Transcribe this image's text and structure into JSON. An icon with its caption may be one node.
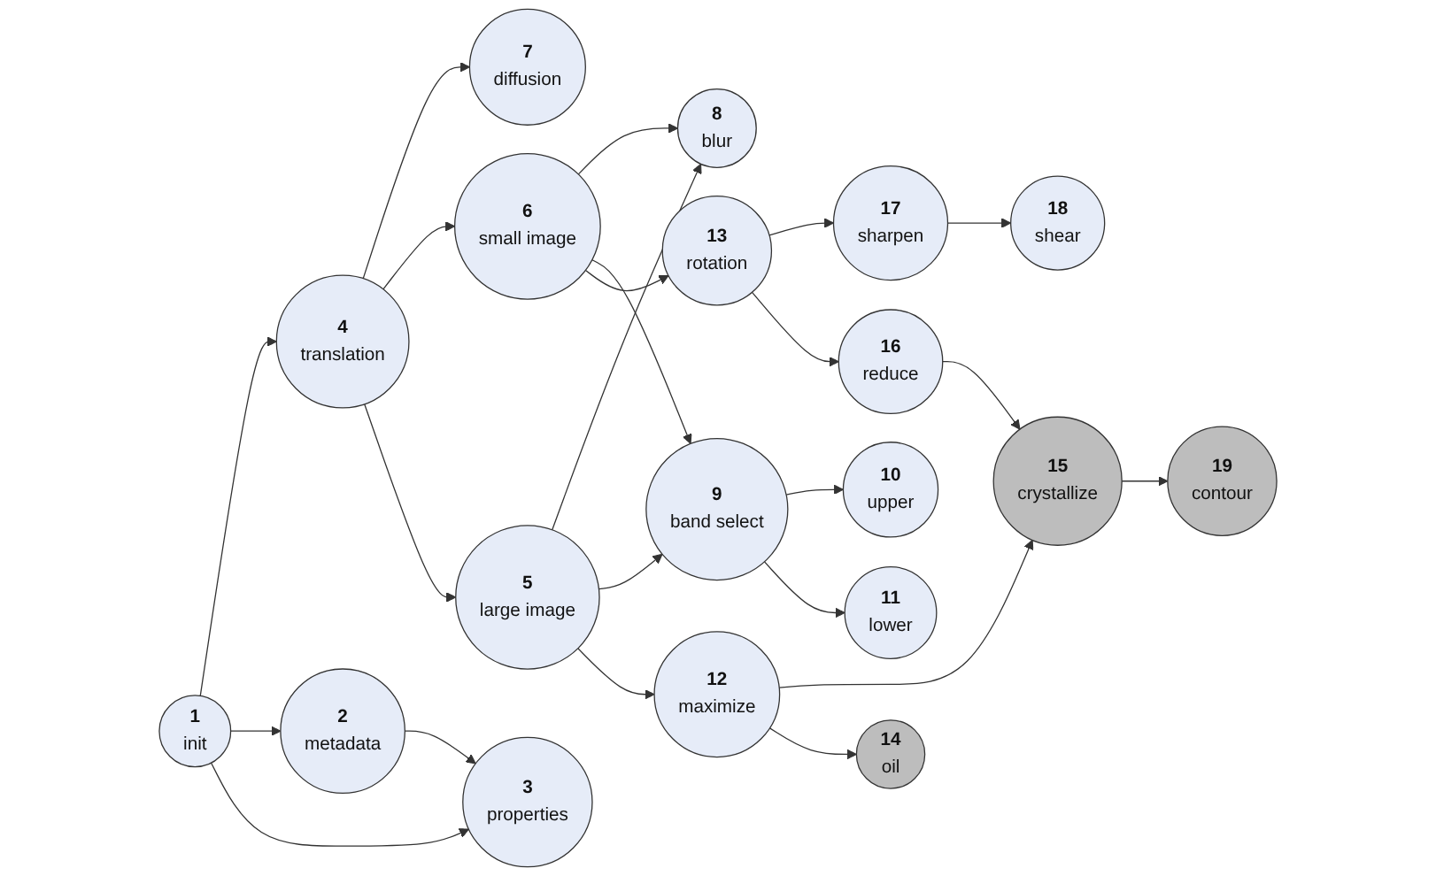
{
  "diagram": {
    "nodes": [
      {
        "text": [
          "1",
          "init"
        ]
      },
      {
        "text": [
          "2",
          "metadata"
        ]
      },
      {
        "text": [
          "3",
          "properties"
        ]
      },
      {
        "text": [
          "4",
          "translation"
        ]
      },
      {
        "text": [
          "5",
          "large image"
        ]
      },
      {
        "text": [
          "6",
          "small image"
        ]
      },
      {
        "text": [
          "7",
          "diffusion"
        ]
      },
      {
        "text": [
          "8",
          "blur"
        ]
      },
      {
        "text": [
          "9",
          "band select"
        ]
      },
      {
        "text": [
          "10",
          "upper"
        ]
      },
      {
        "text": [
          "11",
          "lower"
        ]
      },
      {
        "text": [
          "12",
          "maximize"
        ]
      },
      {
        "text": [
          "13",
          "rotation"
        ]
      },
      {
        "text": [
          "14",
          "oil"
        ]
      },
      {
        "text": [
          "15",
          "crystallize"
        ]
      },
      {
        "text": [
          "16",
          "reduce"
        ]
      },
      {
        "text": [
          "17",
          "sharpen"
        ]
      },
      {
        "text": [
          "18",
          "shear"
        ]
      },
      {
        "text": [
          "19",
          "contour"
        ]
      }
    ],
    "edges": [
      {
        "from": 0,
        "to": 3,
        "arrow": "to"
      },
      {
        "from": 0,
        "to": 1,
        "arrow": "to"
      },
      {
        "from": 0,
        "to": 2,
        "arrow": "to"
      },
      {
        "from": 1,
        "to": 2,
        "arrow": "to"
      },
      {
        "from": 3,
        "to": 6,
        "arrow": "to"
      },
      {
        "from": 3,
        "to": 5,
        "arrow": "to"
      },
      {
        "from": 3,
        "to": 4,
        "arrow": "to"
      },
      {
        "from": 5,
        "to": 7,
        "arrow": "to"
      },
      {
        "from": 5,
        "to": 8,
        "arrow": "to"
      },
      {
        "from": 5,
        "to": 12,
        "arrow": "to"
      },
      {
        "from": 4,
        "to": 7,
        "arrow": "to"
      },
      {
        "from": 4,
        "to": 8,
        "arrow": "to"
      },
      {
        "from": 4,
        "to": 11,
        "arrow": "to"
      },
      {
        "from": 8,
        "to": 9,
        "arrow": "to"
      },
      {
        "from": 8,
        "to": 10,
        "arrow": "to"
      },
      {
        "from": 12,
        "to": 16,
        "arrow": "to"
      },
      {
        "from": 16,
        "to": 17,
        "arrow": "to"
      },
      {
        "from": 12,
        "to": 15,
        "arrow": "to"
      },
      {
        "from": 15,
        "to": 14,
        "arrow": "to"
      },
      {
        "from": 14,
        "to": 18,
        "arrow": "to"
      },
      {
        "from": 11,
        "to": 14,
        "arrow": "to"
      },
      {
        "from": 11,
        "to": 13,
        "arrow": "to"
      }
    ]
  }
}
